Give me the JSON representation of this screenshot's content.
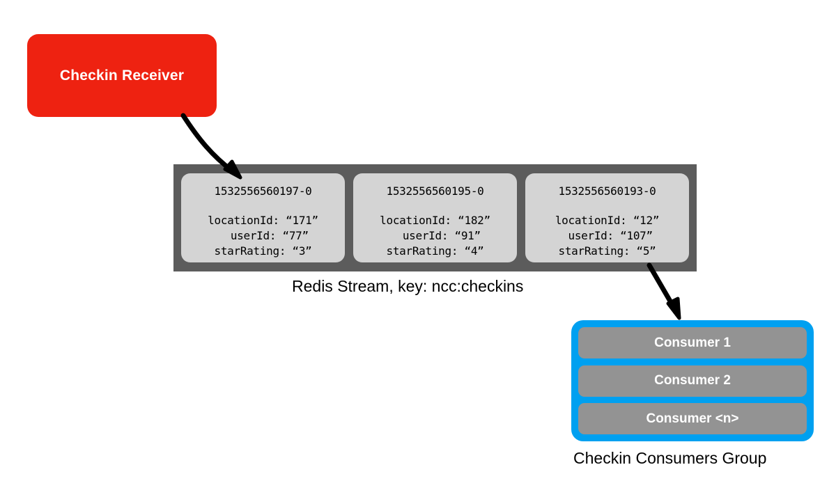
{
  "producer": {
    "label": "Checkin Receiver",
    "color": "#ee2211"
  },
  "stream": {
    "caption": "Redis Stream, key: ncc:checkins",
    "background": "#5c5c5c",
    "entry_background": "#d4d4d4",
    "entries": [
      {
        "id": "1532556560197-0",
        "fields": [
          "locationId: “171”",
          "  userId: “77”",
          "starRating: “3”"
        ]
      },
      {
        "id": "1532556560195-0",
        "fields": [
          "locationId: “182”",
          "  userId: “91”",
          "starRating: “4”"
        ]
      },
      {
        "id": "1532556560193-0",
        "fields": [
          "locationId: “12”",
          " userId: “107”",
          "starRating: “5”"
        ]
      }
    ]
  },
  "consumer_group": {
    "caption": "Checkin Consumers Group",
    "border_color": "#00a0f0",
    "consumer_color": "#939393",
    "consumers": [
      {
        "label": "Consumer 1"
      },
      {
        "label": "Consumer 2"
      },
      {
        "label": "Consumer <n>"
      }
    ]
  },
  "arrows": [
    {
      "name": "producer-to-stream",
      "color": "#000000"
    },
    {
      "name": "stream-to-consumer-group",
      "color": "#000000"
    }
  ]
}
